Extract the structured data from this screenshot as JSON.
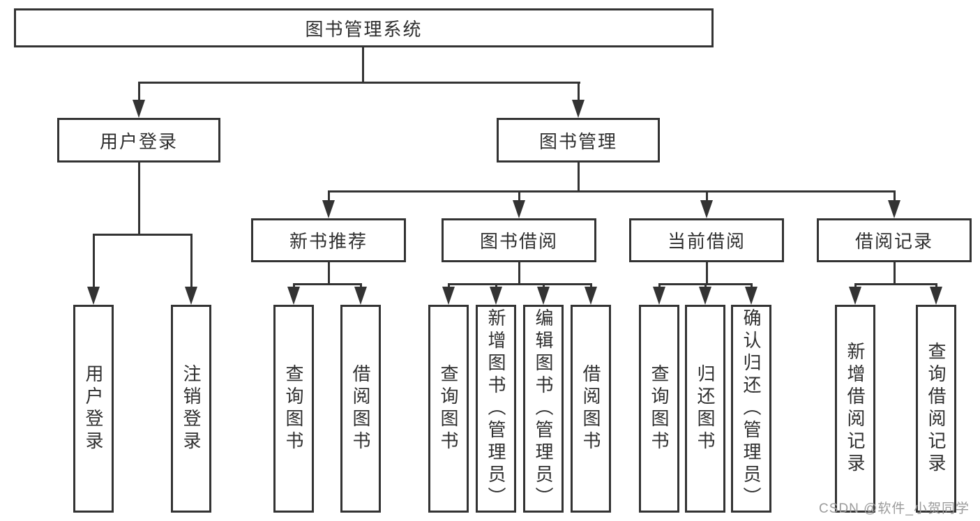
{
  "diagram": {
    "root": {
      "label": "图书管理系统"
    },
    "branches": [
      {
        "label": "用户登录",
        "children": [
          {
            "label": "用户登录"
          },
          {
            "label": "注销登录"
          }
        ]
      },
      {
        "label": "图书管理",
        "children": [
          {
            "label": "新书推荐",
            "children": [
              {
                "label": "查询图书"
              },
              {
                "label": "借阅图书"
              }
            ]
          },
          {
            "label": "图书借阅",
            "children": [
              {
                "label": "查询图书"
              },
              {
                "label": "新增图书（管理员）"
              },
              {
                "label": "编辑图书（管理员）"
              },
              {
                "label": "借阅图书"
              }
            ]
          },
          {
            "label": "当前借阅",
            "children": [
              {
                "label": "查询图书"
              },
              {
                "label": "归还图书"
              },
              {
                "label": "确认归还（管理员）"
              }
            ]
          },
          {
            "label": "借阅记录",
            "children": [
              {
                "label": "新增借阅记录"
              },
              {
                "label": "查询借阅记录"
              }
            ]
          }
        ]
      }
    ]
  },
  "watermark": {
    "text": "CSDN @软件_小贺同学",
    "color": "#9b9b9b"
  },
  "colors": {
    "line": "#333333",
    "box_border": "#333333",
    "box_fill": "#ffffff",
    "background": "#ffffff",
    "text": "#2f2f2f",
    "watermark": "#9b9b9b"
  }
}
